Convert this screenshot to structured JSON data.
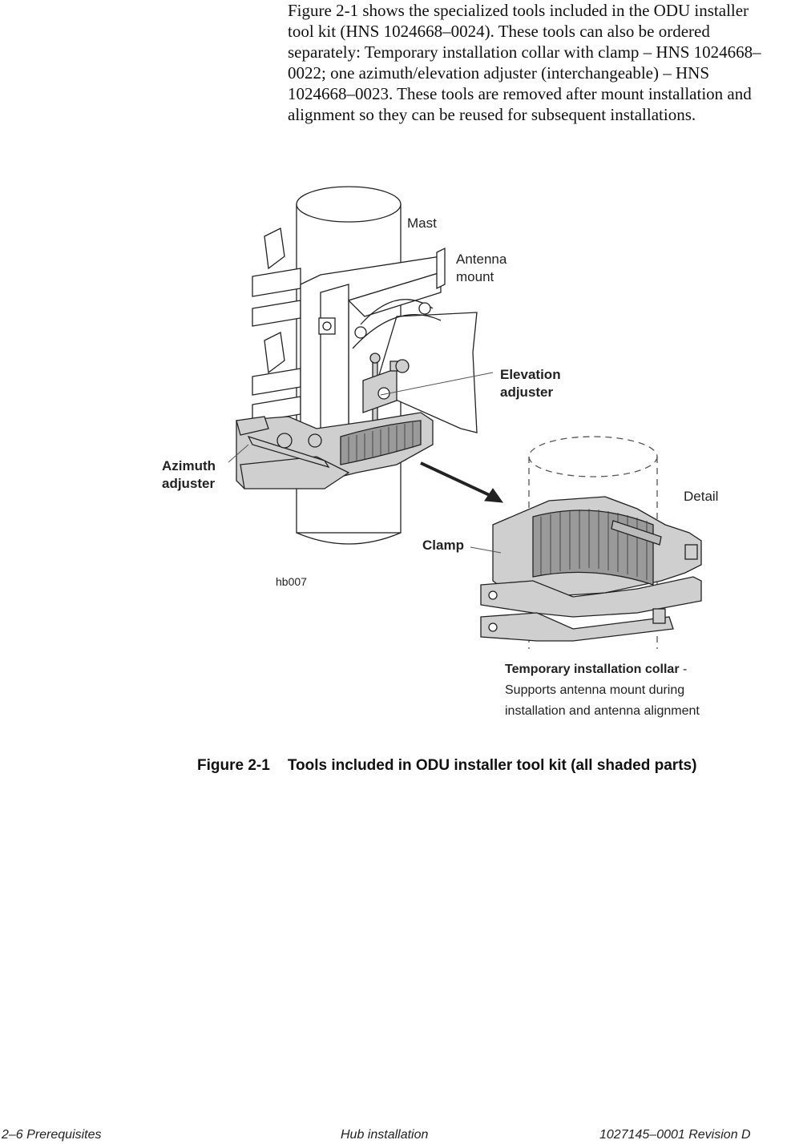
{
  "intro_paragraph": "Figure 2-1 shows the specialized tools included in the ODU installer tool kit (HNS 1024668–0024). These tools can also be ordered separately: Temporary installation collar with clamp – HNS 1024668–0022; one azimuth/elevation adjuster (interchangeable) – HNS 1024668–0023. These tools are removed after mount installation and alignment so they can be reused for subsequent installations.",
  "figure": {
    "labels": {
      "mast": "Mast",
      "antenna_mount_line1": "Antenna",
      "antenna_mount_line2": "mount",
      "elevation_line1": "Elevation",
      "elevation_line2": "adjuster",
      "azimuth_line1": "Azimuth",
      "azimuth_line2": "adjuster",
      "detail": "Detail",
      "clamp": "Clamp",
      "figure_id": "hb007"
    },
    "collar_note": {
      "title": "Temporary installation collar",
      "dash": " -",
      "line2": "Supports antenna mount during",
      "line3": "installation and antenna alignment"
    }
  },
  "caption": {
    "number": "Figure  2-1",
    "text": "Tools included in ODU installer tool kit (all shaded parts)"
  },
  "footer": {
    "left": "2–6  Prerequisites",
    "center": "Hub installation",
    "right": "1027145–0001   Revision D"
  }
}
